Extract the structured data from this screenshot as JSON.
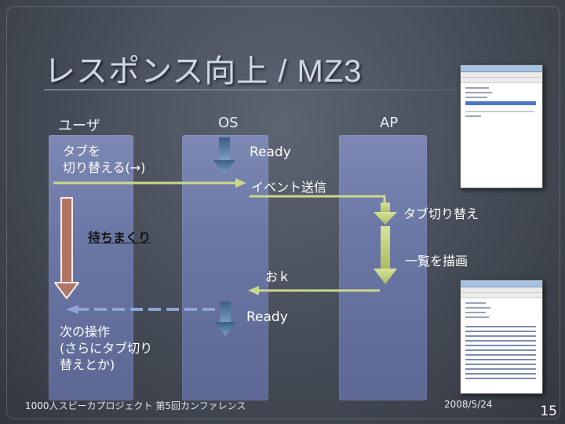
{
  "slide": {
    "title": "レスポンス向上 / MZ3",
    "columns": {
      "user": "ユーザ",
      "os": "OS",
      "ap": "AP"
    },
    "labels": {
      "tab_switch_action_line1": "タブを",
      "tab_switch_action_line2": "切り替える(→)",
      "ready_top": "Ready",
      "event_send": "イベント送信",
      "tab_switch": "タブ切り替え",
      "waiting": "待ちまくり",
      "draw_list": "一覧を描画",
      "ok": "おｋ",
      "ready_bottom": "Ready",
      "next_op_line1": "次の操作",
      "next_op_line2": "(さらにタブ切り",
      "next_op_line3": "替えとか)"
    },
    "footer_left": "1000人スピーカプロジェクト 第5回カンファレンス",
    "footer_date": "2008/5/24",
    "page_number": "15",
    "colors": {
      "green_arrow": "#c9d98a",
      "blue_arrow": "#5f86b0",
      "red_arrow": "#b07565",
      "dashed_arrow": "#8fa3d6",
      "column_fill": "#6f7aa8"
    }
  }
}
